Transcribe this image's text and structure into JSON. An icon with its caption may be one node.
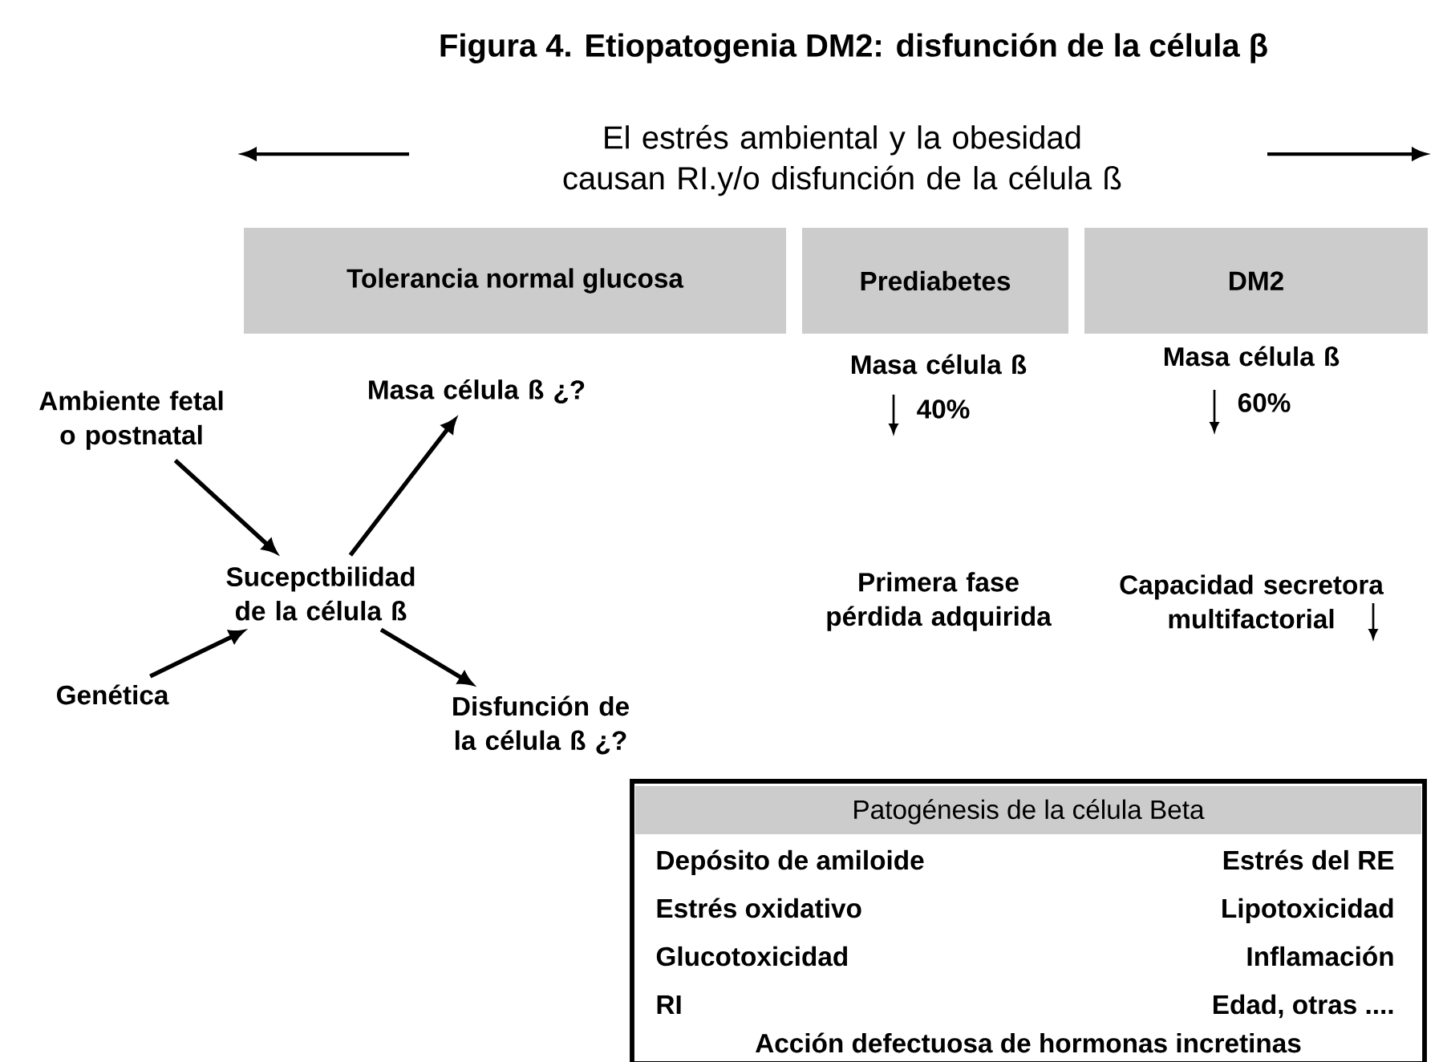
{
  "diagram": {
    "title": "Figura 4. Etiopatogenia DM2: disfunción de la célula β",
    "nodes": [
      {
        "text": [
          "Tolerancia normal glucosa"
        ]
      },
      {
        "text": [
          "Prediabetes"
        ]
      },
      {
        "text": [
          "DM2"
        ]
      },
      {
        "text": [
          "Ambiente fetal o postnatal"
        ]
      },
      {
        "text": [
          "Sucepctbilidad de la célula ß"
        ]
      },
      {
        "text": [
          "Masa célula ß ¿?"
        ]
      },
      {
        "text": [
          "Genética"
        ]
      },
      {
        "text": [
          "Disfunción de la célula ß ¿?"
        ]
      },
      {
        "text": [
          "Patogénesis de la célula Beta",
          "Depósito de amiloide",
          "Estrés del RE",
          "Estrés oxidativo",
          "Lipotoxicidad",
          "Glucotoxicidad",
          "Inflamación",
          "RI",
          "Edad, otras ....",
          "Acción defectuosa de hormonas incretinas"
        ]
      }
    ],
    "edges": [
      {
        "from": 3,
        "to": 4,
        "arrow": "to"
      },
      {
        "from": 6,
        "to": 4,
        "arrow": "to"
      },
      {
        "from": 4,
        "to": 5,
        "arrow": "to"
      },
      {
        "from": 4,
        "to": 7,
        "arrow": "to"
      }
    ],
    "labels": [
      "El estrés ambiental y la obesidad causan RI.y/o disfunción de la célula ß",
      "Masa célula ß",
      "40%",
      "Masa célula ß",
      "60%",
      "Primera fase pérdida adquirida",
      "Capacidad secretora multifactorial"
    ]
  }
}
